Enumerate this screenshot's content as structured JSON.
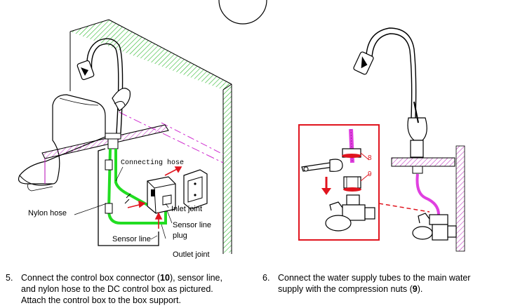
{
  "labels": {
    "connecting_hose": "Connecting hose",
    "nylon_hose": "Nylon hose",
    "inlet_joint": "Inlet joint",
    "sensor_line_plug_1": "Sensor line",
    "sensor_line_plug_2": "plug",
    "sensor_line": "Sensor line",
    "outlet_joint": "Outlet joint",
    "callout_8": "8",
    "callout_9": "9"
  },
  "steps": [
    {
      "number": "5.",
      "line1_pre": "Connect the control box connector (",
      "line1_bold": "10",
      "line1_post": "), sensor line,",
      "line2": "and nylon hose to the DC control box as pictured.",
      "line3": "Attach the control box to the box support."
    },
    {
      "number": "6.",
      "line1": "Connect the water supply tubes to the main water",
      "line2_pre": "supply with the compression nuts (",
      "line2_bold": "9",
      "line2_post": ")."
    }
  ],
  "colors": {
    "hose_green": "#22dd22",
    "hose_magenta": "#e040e0",
    "callout_red": "#e0141e",
    "hatch_green": "#2db82d",
    "hatch_magenta": "#c030c0"
  }
}
